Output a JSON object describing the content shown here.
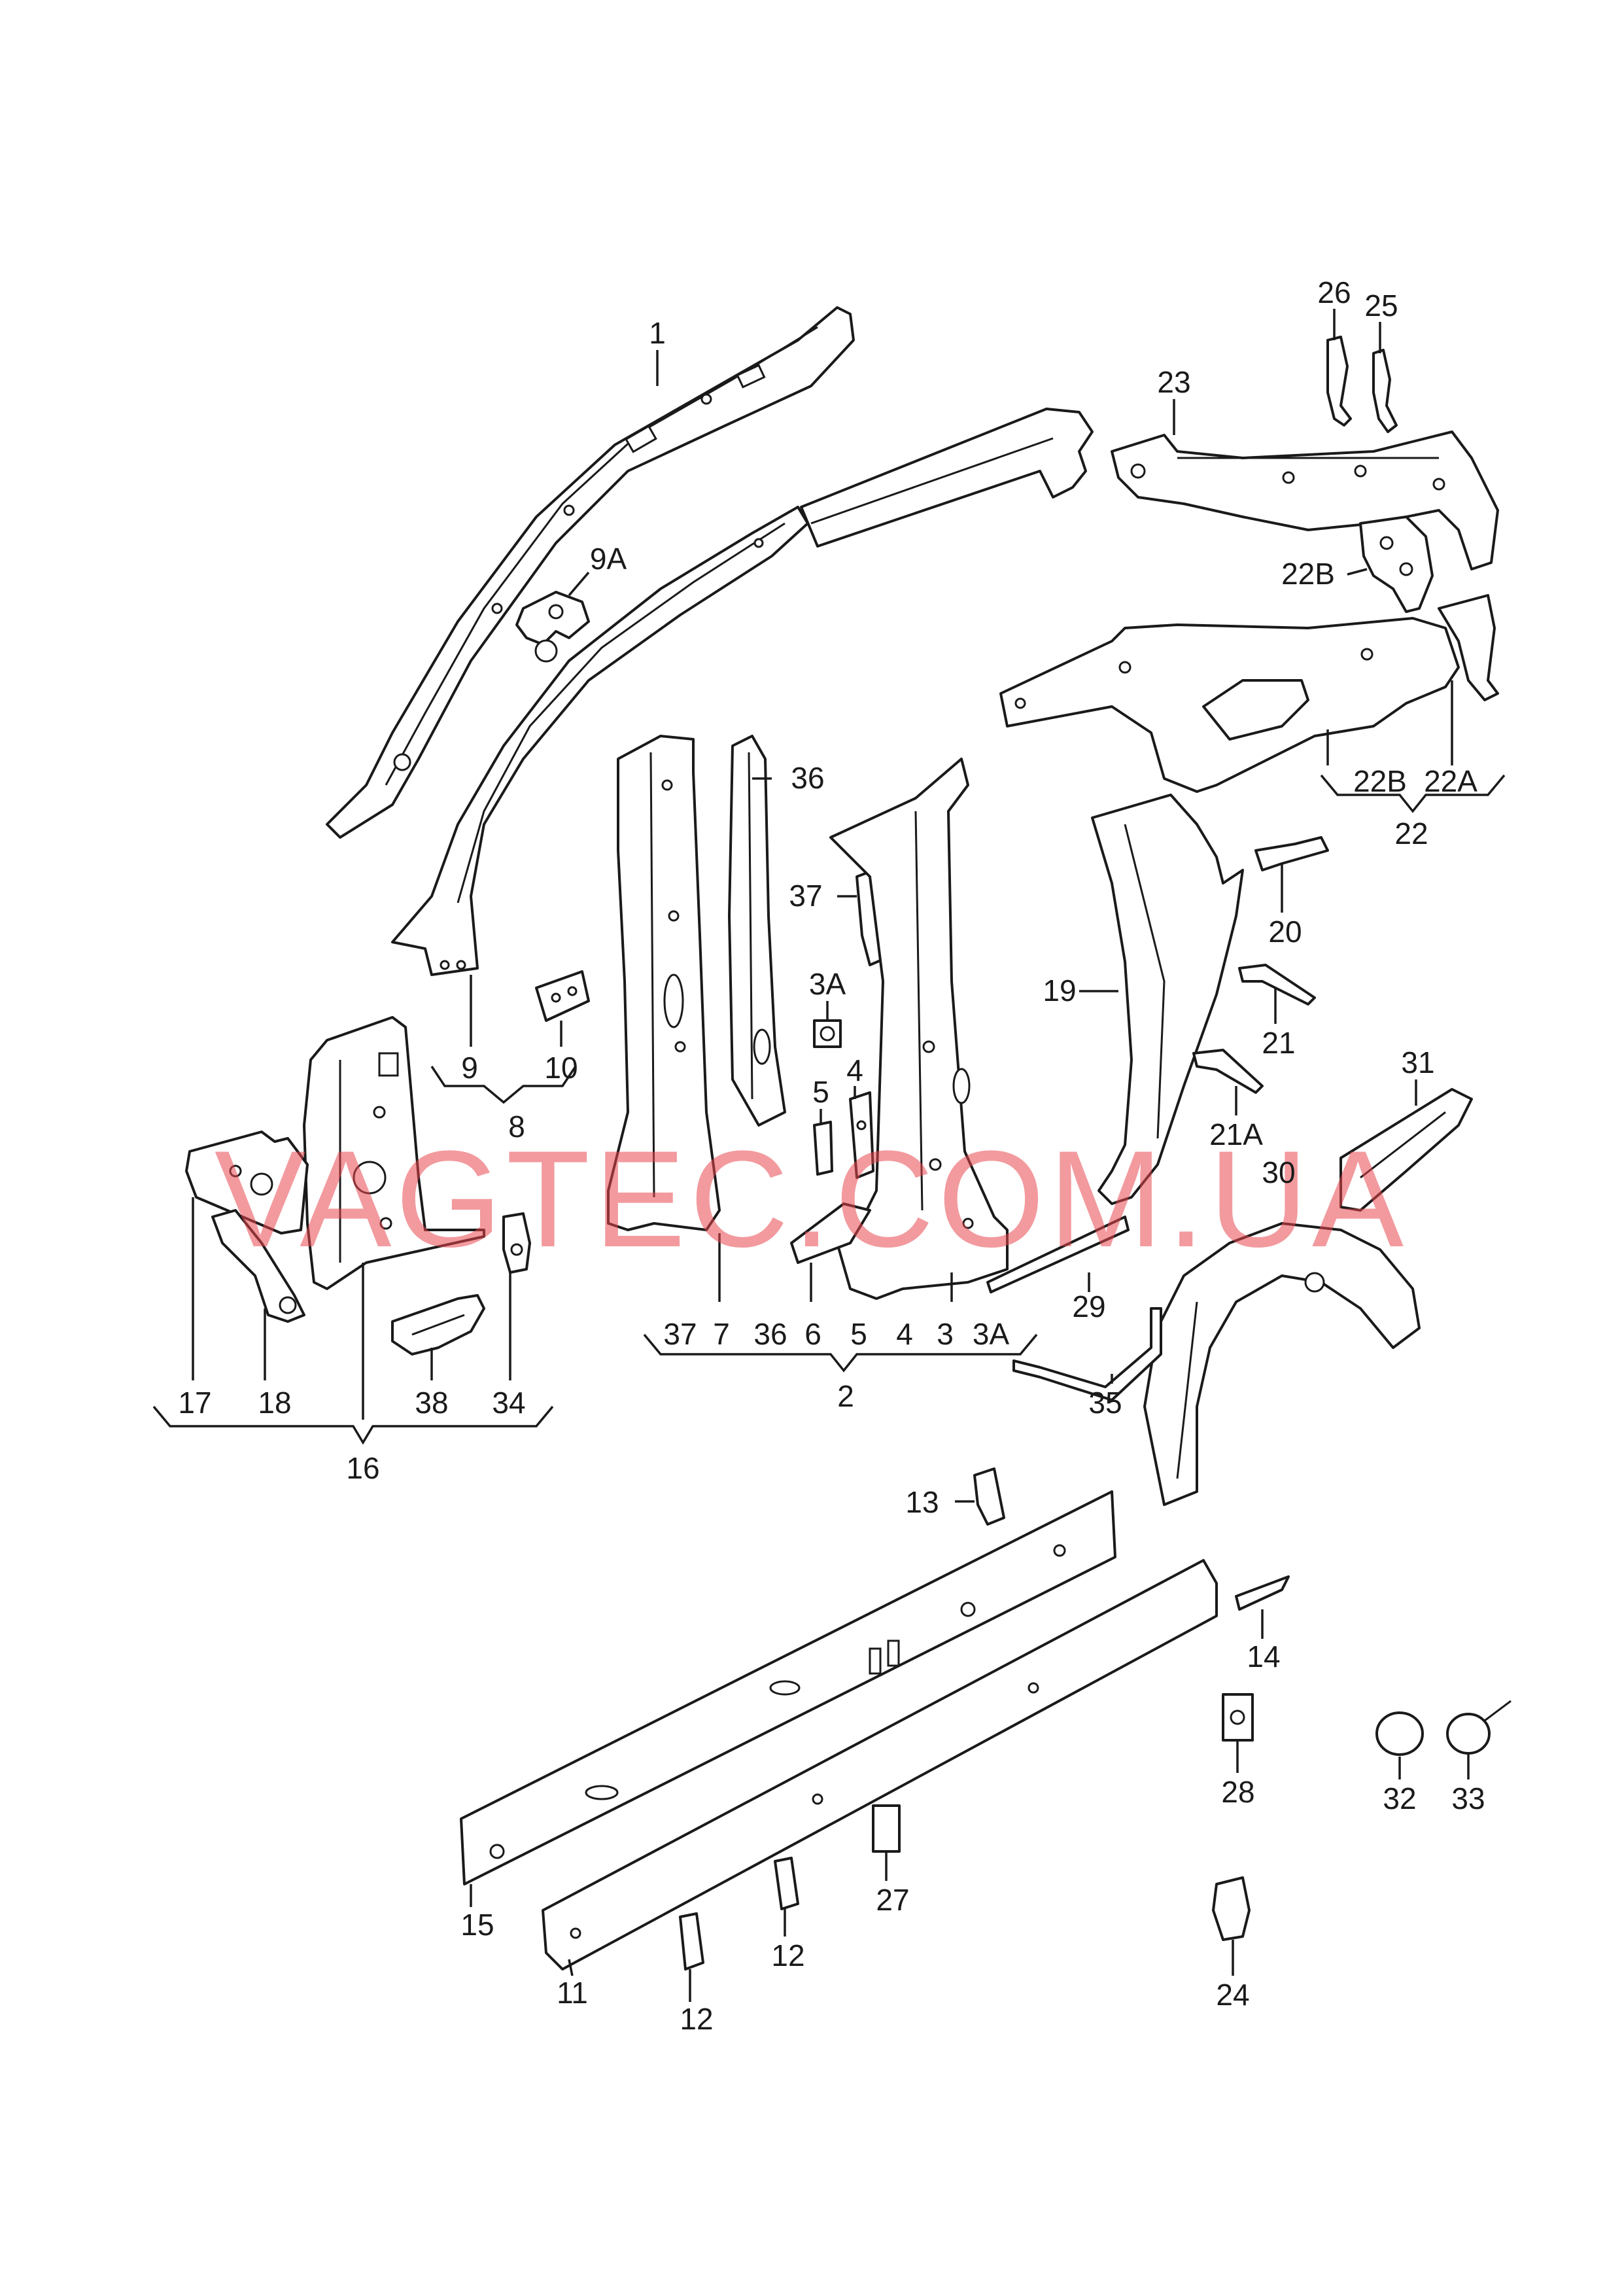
{
  "watermark": "VAGTEC.COM.UA",
  "colors": {
    "line": "#1a1a1a",
    "watermark": "#e8474f",
    "background": "#ffffff"
  },
  "labels": {
    "l1": "1",
    "l9A": "9A",
    "l23": "23",
    "l26": "26",
    "l25": "25",
    "l22B_top": "22B",
    "l36_top": "36",
    "l37_top": "37",
    "l3A_top": "3A",
    "l4_top": "4",
    "l5_top": "5",
    "l19": "19",
    "l20": "20",
    "l21": "21",
    "l21A": "21A",
    "l31": "31",
    "l30": "30",
    "l9": "9",
    "l10": "10",
    "l8": "8",
    "l22B": "22B",
    "l22A": "22A",
    "l22": "22",
    "l37": "37",
    "l7": "7",
    "l36": "36",
    "l6": "6",
    "l5": "5",
    "l4": "4",
    "l3": "3",
    "l3A": "3A",
    "l2": "2",
    "l17": "17",
    "l18": "18",
    "l38": "38",
    "l34": "34",
    "l16": "16",
    "l29": "29",
    "l35": "35",
    "l13": "13",
    "l14": "14",
    "l28": "28",
    "l32": "32",
    "l33": "33",
    "l15": "15",
    "l11": "11",
    "l12a": "12",
    "l12b": "12",
    "l27": "27",
    "l24": "24"
  }
}
